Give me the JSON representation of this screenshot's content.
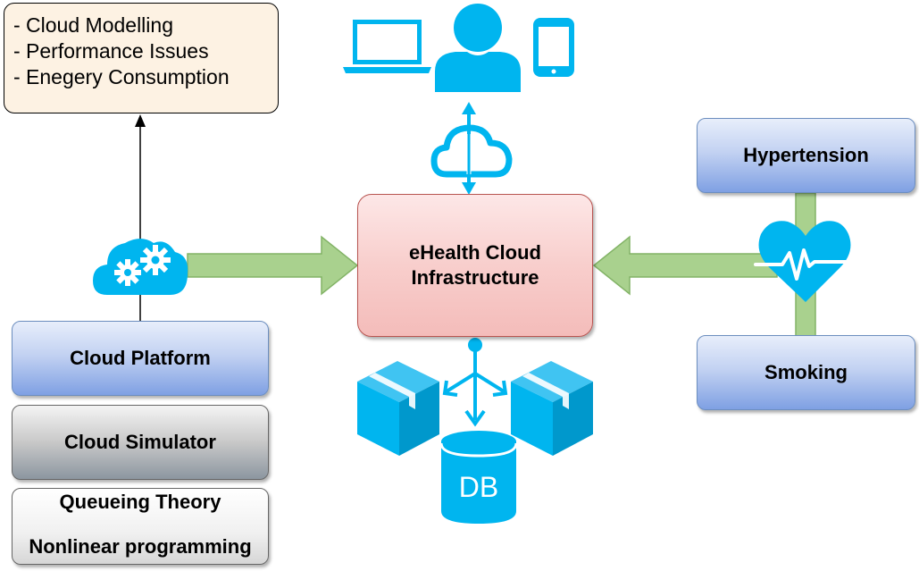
{
  "issues": {
    "items": [
      "- Cloud Modelling",
      "- Performance Issues",
      "- Enegery Consumption"
    ]
  },
  "center": {
    "line1": "eHealth Cloud",
    "line2": "Infrastructure"
  },
  "left_stack": {
    "cloud_platform": "Cloud Platform",
    "cloud_simulator": "Cloud Simulator",
    "queueing_theory": "Queueing Theory",
    "nonlinear_programming": "Nonlinear programming"
  },
  "right_stack": {
    "hypertension": "Hypertension",
    "smoking": "Smoking"
  },
  "db_label": "DB",
  "colors": {
    "icon_blue": "#00b5ef",
    "arrow_green": "#a9d18e",
    "arrow_green_border": "#82b366"
  },
  "icons": [
    "laptop-icon",
    "user-icon",
    "smartphone-icon",
    "cloud-sync-icon",
    "cloud-gears-icon",
    "heart-pulse-icon",
    "package-icon",
    "distribution-icon",
    "database-icon"
  ]
}
